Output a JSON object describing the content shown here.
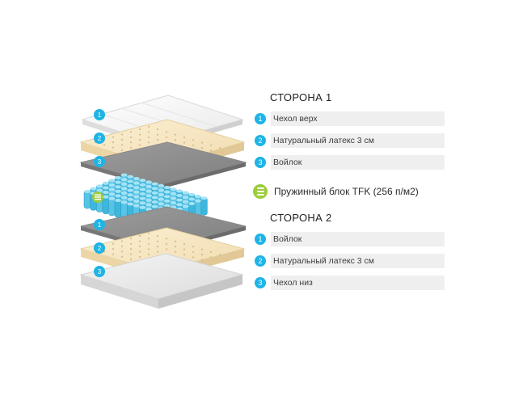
{
  "illustration": {
    "top_markers": [
      "1",
      "2",
      "3"
    ],
    "bottom_markers": [
      "1",
      "2",
      "3"
    ]
  },
  "side1": {
    "title": "СТОРОНА 1",
    "items": [
      {
        "num": "1",
        "label": "Чехол верх"
      },
      {
        "num": "2",
        "label": "Натуральный латекс 3 см"
      },
      {
        "num": "3",
        "label": "Войлок"
      }
    ]
  },
  "spring": {
    "label": "Пружинный блок TFK (256 п/м2)",
    "icon": "spring-block-icon"
  },
  "side2": {
    "title": "СТОРОНА 2",
    "items": [
      {
        "num": "1",
        "label": "Войлок"
      },
      {
        "num": "2",
        "label": "Натуральный латекс 3 см"
      },
      {
        "num": "3",
        "label": "Чехол низ"
      }
    ]
  },
  "colors": {
    "accent": "#1eb4e6",
    "spring_badge": "#9ccc3c",
    "bar": "#efefef"
  }
}
